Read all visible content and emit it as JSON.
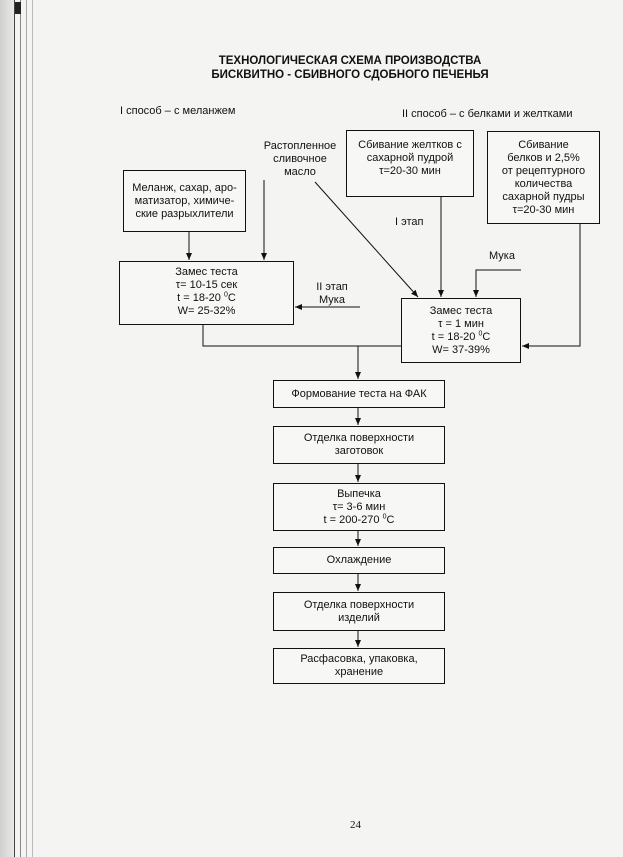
{
  "title": {
    "line1": "ТЕХНОЛОГИЧЕСКАЯ СХЕМА ПРОИЗВОДСТВА",
    "line2": "БИСКВИТНО - СБИВНОГО СДОБНОГО ПЕЧЕНЬЯ"
  },
  "method1_label": "I способ – с меланжем",
  "method2_label": "II способ – с белками и желтками",
  "butter_label": [
    "Растопленное",
    "сливочное",
    "масло"
  ],
  "ingredients_box": [
    "Меланж, сахар, аро-",
    "матизатор, химиче-",
    "ские разрыхлители"
  ],
  "yolk_box": [
    "Сбивание желтков с",
    "сахарной пудрой",
    "τ=20-30 мин"
  ],
  "white_box": [
    "Сбивание",
    "белков и 2,5%",
    "от рецептурного",
    "количества",
    "сахарной пудры",
    "τ=20-30 мин"
  ],
  "stage1_label": "I этап",
  "flour_label": "Мука",
  "stage2_label": [
    "II этап",
    "Мука"
  ],
  "mix1_box": {
    "title": "Замес теста",
    "time": "τ= 10-15 сек",
    "temp_prefix": "t  = 18-20 ",
    "temp_unit": "С",
    "moisture": "W= 25-32%"
  },
  "mix2_box": {
    "title": "Замес теста",
    "time": "τ = 1 мин",
    "temp_prefix": "t  = 18-20 ",
    "temp_unit": "С",
    "moisture": "W= 37-39%"
  },
  "degree_mark": "0",
  "forming_box": "Формование теста на ФАК",
  "finish1_box": [
    "Отделка поверхности",
    "заготовок"
  ],
  "baking_box": {
    "title": "Выпечка",
    "time": "τ= 3-6 мин",
    "temp_prefix": "t  = 200-270 ",
    "temp_unit": "С"
  },
  "cooling_box": "Охлаждение",
  "finish2_box": [
    "Отделка поверхности",
    "изделий"
  ],
  "packing_box": [
    "Расфасовка, упаковка,",
    "хранение"
  ],
  "page_number": "24"
}
